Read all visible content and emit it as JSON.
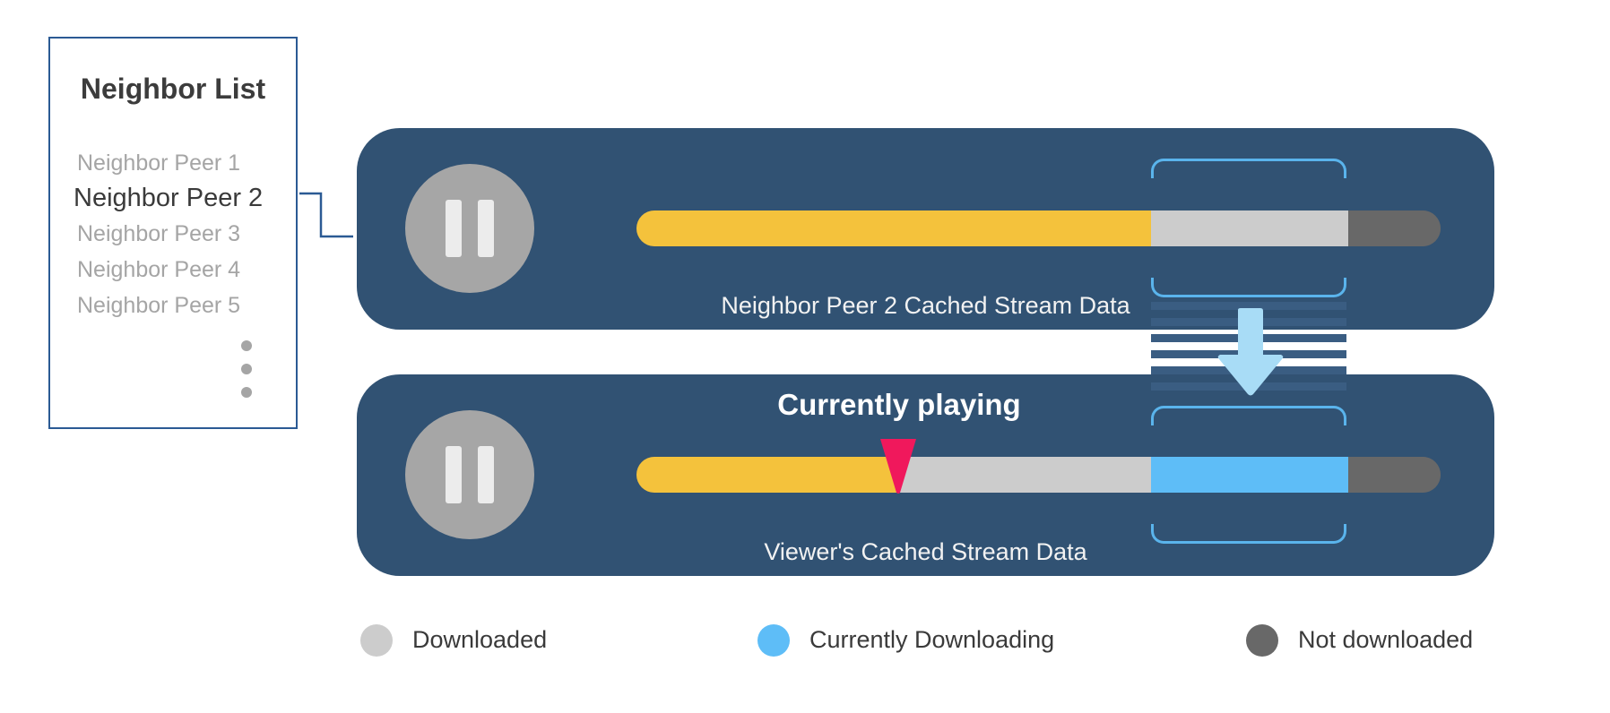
{
  "neighbor_list": {
    "title": "Neighbor List",
    "peers": [
      "Neighbor Peer 1",
      "Neighbor Peer 2",
      "Neighbor Peer 3",
      "Neighbor Peer 4",
      "Neighbor Peer 5"
    ],
    "selected_index": 1
  },
  "neighbor_panel": {
    "label": "Neighbor Peer 2 Cached Stream Data",
    "segments": [
      {
        "state": "played",
        "from": 0.0,
        "to": 0.64
      },
      {
        "state": "downloaded",
        "from": 0.64,
        "to": 0.885
      },
      {
        "state": "not_downloaded",
        "from": 0.885,
        "to": 1.0
      }
    ]
  },
  "viewer_panel": {
    "label": "Viewer's Cached Stream Data",
    "playing_label": "Currently playing",
    "playhead_position": 0.326,
    "segments": [
      {
        "state": "played",
        "from": 0.0,
        "to": 0.326
      },
      {
        "state": "downloaded",
        "from": 0.326,
        "to": 0.64
      },
      {
        "state": "downloading",
        "from": 0.64,
        "to": 0.885
      },
      {
        "state": "not_downloaded",
        "from": 0.885,
        "to": 1.0
      }
    ]
  },
  "legend": [
    {
      "label": "Downloaded",
      "color": "#cccccc"
    },
    {
      "label": "Currently Downloading",
      "color": "#5ebdf7"
    },
    {
      "label": "Not downloaded",
      "color": "#686868"
    }
  ],
  "colors": {
    "panel": "#315273",
    "played": "#f4c23c",
    "downloaded": "#cccccc",
    "downloading": "#5ebdf7",
    "not_downloaded": "#686868",
    "playhead": "#f0185c",
    "bracket": "#5ab4ec",
    "arrow": "#a8dcf6",
    "list_border": "#2b5a94"
  }
}
